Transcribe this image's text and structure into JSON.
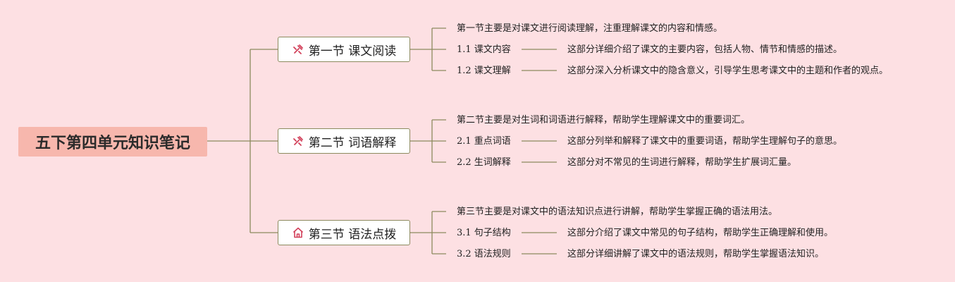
{
  "root": {
    "title": "五下第四单元知识笔记"
  },
  "sections": [
    {
      "title": "第一节 课文阅读",
      "icon": "tools-icon",
      "summary": "第一节主要是对课文进行阅读理解，注重理解课文的内容和情感。",
      "items": [
        {
          "label": "1.1 课文内容",
          "desc": "这部分详细介绍了课文的主要内容，包括人物、情节和情感的描述。"
        },
        {
          "label": "1.2 课文理解",
          "desc": "这部分深入分析课文中的隐含意义，引导学生思考课文中的主题和作者的观点。"
        }
      ]
    },
    {
      "title": "第二节 词语解释",
      "icon": "tools-icon",
      "summary": "第二节主要是对生词和词语进行解释，帮助学生理解课文中的重要词汇。",
      "items": [
        {
          "label": "2.1 重点词语",
          "desc": "这部分列举和解释了课文中的重要词语，帮助学生理解句子的意思。"
        },
        {
          "label": "2.2 生词解释",
          "desc": "这部分对不常见的生词进行解释，帮助学生扩展词汇量。"
        }
      ]
    },
    {
      "title": "第三节 语法点拨",
      "icon": "home-icon",
      "summary": "第三节主要是对课文中的语法知识点进行讲解，帮助学生掌握正确的语法用法。",
      "items": [
        {
          "label": "3.1 句子结构",
          "desc": "这部分介绍了课文中常见的句子结构，帮助学生正确理解和使用。"
        },
        {
          "label": "3.2 语法规则",
          "desc": "这部分详细讲解了课文中的语法规则，帮助学生掌握语法知识。"
        }
      ]
    }
  ],
  "colors": {
    "background": "#fde0e3",
    "root_fill": "#f7b7ad",
    "connector": "#8c8a5e",
    "icon": "#d2405a"
  }
}
